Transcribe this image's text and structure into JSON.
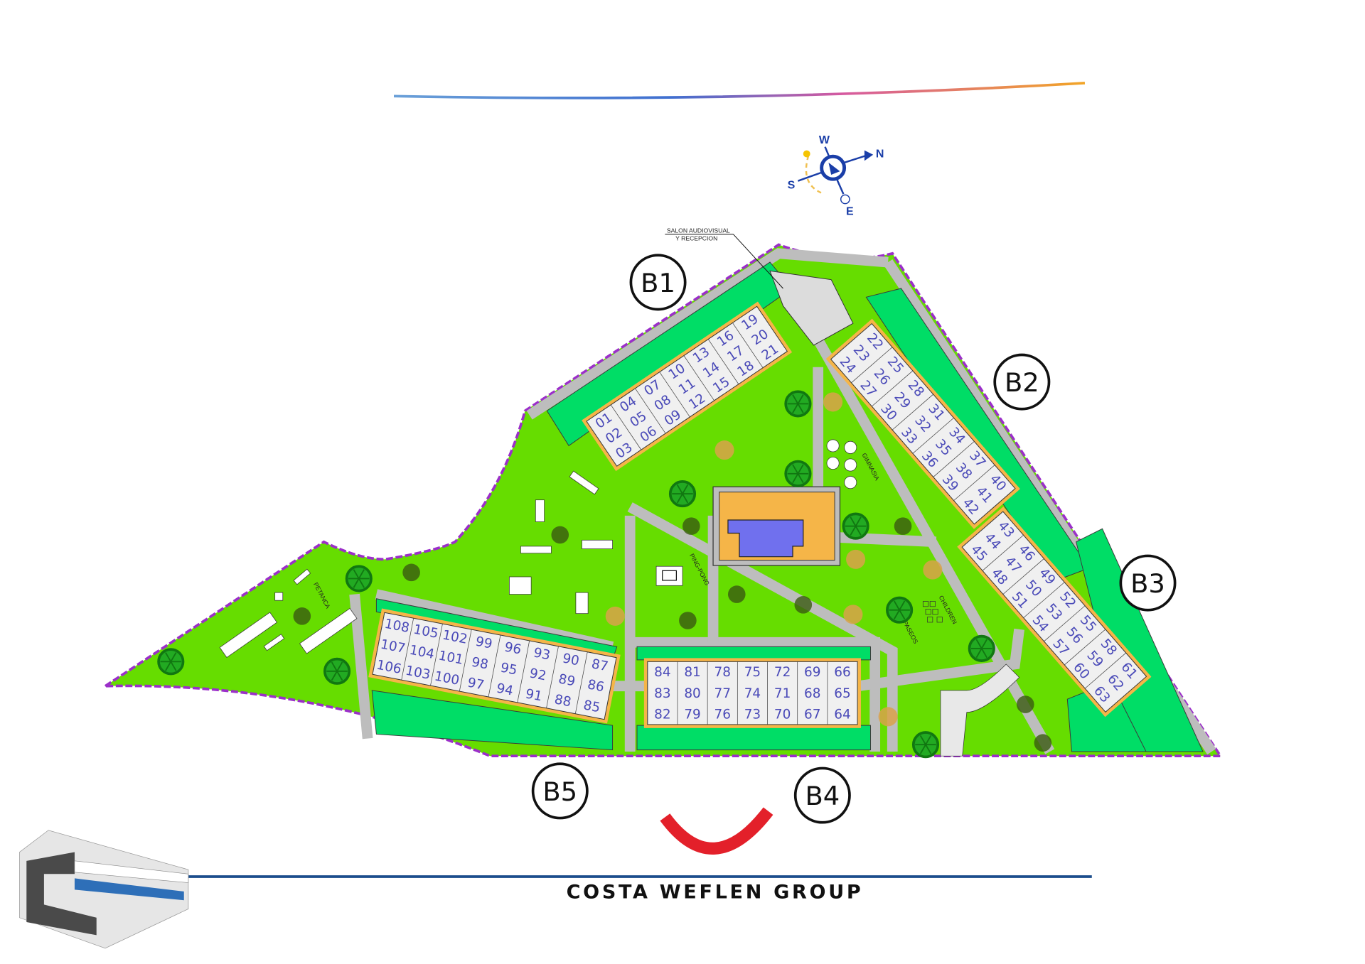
{
  "plan": {
    "reception_label_line1": "SALON AUDIOVISUAL",
    "reception_label_line2": "Y RECEPCION",
    "amenities": {
      "gym": "GIMNASIA",
      "ping_pong": "PING-PONG",
      "children": "CHILDREN",
      "walks": "PASEOS",
      "petanque": "PETANCA"
    },
    "compass": {
      "north": "N",
      "south": "S",
      "east": "E",
      "west": "W"
    },
    "blocks": [
      {
        "label": "B1",
        "units": [
          [
            "01",
            "02",
            "03"
          ],
          [
            "04",
            "05",
            "06"
          ],
          [
            "07",
            "08",
            "09"
          ],
          [
            "10",
            "11",
            "12"
          ],
          [
            "13",
            "14",
            "15"
          ],
          [
            "16",
            "17",
            "18"
          ],
          [
            "19",
            "20",
            "21"
          ]
        ]
      },
      {
        "label": "B2",
        "units": [
          [
            "22",
            "23",
            "24"
          ],
          [
            "25",
            "26",
            "27"
          ],
          [
            "28",
            "29",
            "30"
          ],
          [
            "31",
            "32",
            "33"
          ],
          [
            "34",
            "35",
            "36"
          ],
          [
            "37",
            "38",
            "39"
          ],
          [
            "40",
            "41",
            "42"
          ]
        ]
      },
      {
        "label": "B3",
        "units": [
          [
            "43",
            "44",
            "45"
          ],
          [
            "46",
            "47",
            "48"
          ],
          [
            "49",
            "50",
            "51"
          ],
          [
            "52",
            "53",
            "54"
          ],
          [
            "55",
            "56",
            "57"
          ],
          [
            "58",
            "59",
            "60"
          ],
          [
            "61",
            "62",
            "63"
          ]
        ]
      },
      {
        "label": "B4",
        "units": [
          [
            "84",
            "83",
            "82"
          ],
          [
            "81",
            "80",
            "79"
          ],
          [
            "78",
            "77",
            "76"
          ],
          [
            "75",
            "74",
            "73"
          ],
          [
            "72",
            "71",
            "70"
          ],
          [
            "69",
            "68",
            "67"
          ],
          [
            "66",
            "65",
            "64"
          ]
        ]
      },
      {
        "label": "B5",
        "units": [
          [
            "108",
            "107",
            "106"
          ],
          [
            "105",
            "104",
            "103"
          ],
          [
            "102",
            "101",
            "100"
          ],
          [
            "99",
            "98",
            "97"
          ],
          [
            "96",
            "95",
            "94"
          ],
          [
            "93",
            "92",
            "91"
          ],
          [
            "90",
            "89",
            "88"
          ],
          [
            "87",
            "86",
            "85"
          ]
        ]
      }
    ]
  },
  "footer": {
    "company": "COSTA WEFLEN GROUP"
  },
  "colors": {
    "lawn": "#66dd00",
    "garden": "#00dd66",
    "path": "#bdbdbd",
    "boundary": "#9b2fc9",
    "unit_text": "#4a4ab8",
    "pool": "#7070ee",
    "deck": "#f5b548",
    "logo_red": "#e3202a",
    "rule_blue": "#1b4d8c"
  }
}
